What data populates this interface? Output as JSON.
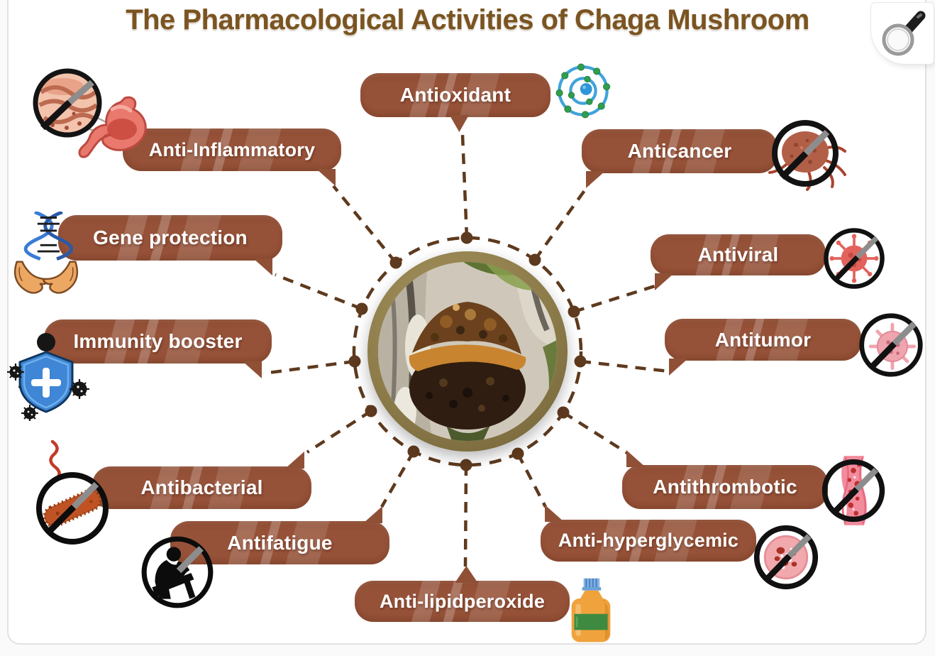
{
  "title": "The Pharmacological Activities of Chaga Mushroom",
  "colors": {
    "banner_brown": "#965238",
    "connector_brown": "#5e3a1e",
    "title_brown": "#7a5421",
    "hub_ring_gold": "#8d7c4a"
  },
  "controls": {
    "zoom_button_icon": "magnifier-icon"
  },
  "center": {
    "icon": "chaga-mushroom-photo"
  },
  "items": [
    {
      "label": "Antioxidant",
      "icon": "atom-icon"
    },
    {
      "label": "Anticancer",
      "icon": "cancer-cell-prohibited-icon"
    },
    {
      "label": "Antiviral",
      "icon": "virus-prohibited-icon"
    },
    {
      "label": "Antitumor",
      "icon": "tumor-cell-prohibited-icon"
    },
    {
      "label": "Antithrombotic",
      "icon": "blood-clot-prohibited-icon"
    },
    {
      "label": "Anti-hyperglycemic",
      "icon": "blood-sugar-prohibited-icon"
    },
    {
      "label": "Anti-lipidperoxide",
      "icon": "oil-bottle-icon"
    },
    {
      "label": "Antifatigue",
      "icon": "tired-person-prohibited-icon"
    },
    {
      "label": "Antibacterial",
      "icon": "bacteria-prohibited-icon"
    },
    {
      "label": "Immunity booster",
      "icon": "immune-shield-icon"
    },
    {
      "label": "Gene protection",
      "icon": "dna-hands-icon"
    },
    {
      "label": "Anti-Inflammatory",
      "icon": "stomach-inflammation-prohibited-icon"
    }
  ]
}
